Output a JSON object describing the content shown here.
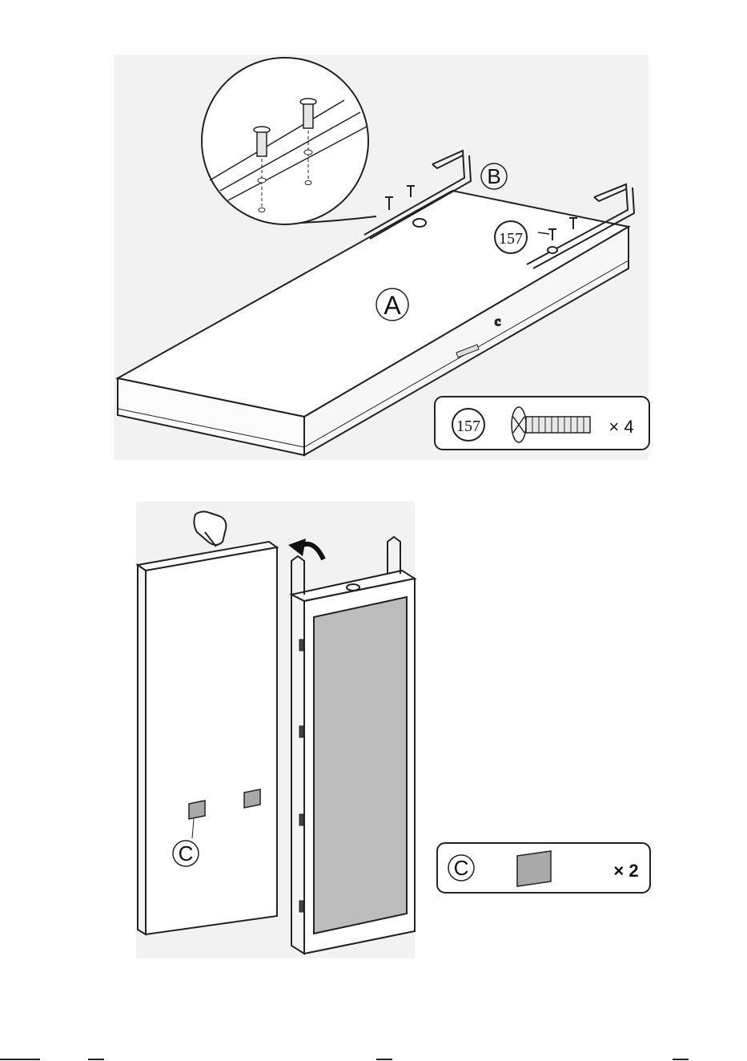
{
  "step1": {
    "panel_label": "A",
    "bracket_label": "B",
    "screw_callout": "157",
    "parts_box": {
      "part_number": "157",
      "quantity": "× 4",
      "icon": "flat-head-screw-icon"
    }
  },
  "step2": {
    "pad_label": "C",
    "parts_box": {
      "part_label": "C",
      "quantity": "× 2",
      "icon": "adhesive-pad-icon"
    }
  },
  "colors": {
    "line": "#222222",
    "bg_gray": "#f2f2f2",
    "mirror": "#bdbdbd",
    "pad": "#a9a9a9"
  }
}
